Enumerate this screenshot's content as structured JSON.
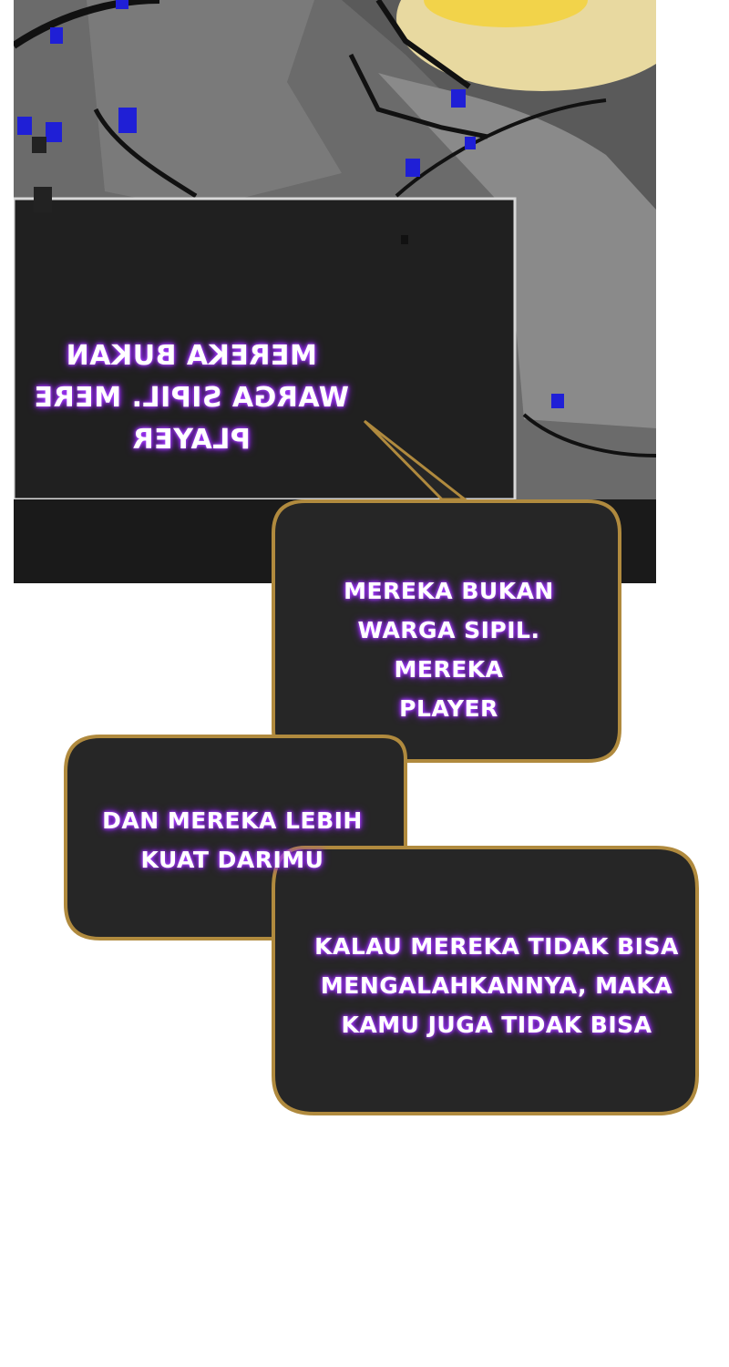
{
  "panel": {
    "mirrored_lines": [
      "MEREKA BUKAN",
      "WARGA SIPIL. MERE",
      "PLAYER"
    ]
  },
  "bubbles": [
    {
      "lines": [
        "MEREKA BUKAN",
        "WARGA SIPIL. MEREKA",
        "PLAYER"
      ]
    },
    {
      "lines": [
        "DAN MEREKA LEBIH",
        "KUAT DARIMU"
      ]
    },
    {
      "lines": [
        "KALAU MEREKA TIDAK BISA",
        "MENGALAHKANNYA, MAKA",
        "KAMU JUGA TIDAK BISA"
      ]
    }
  ],
  "colors": {
    "bubble_fill": "#262626",
    "bubble_border": "#b08a3e",
    "glow": "#9a2dff",
    "text": "#ffffff"
  }
}
